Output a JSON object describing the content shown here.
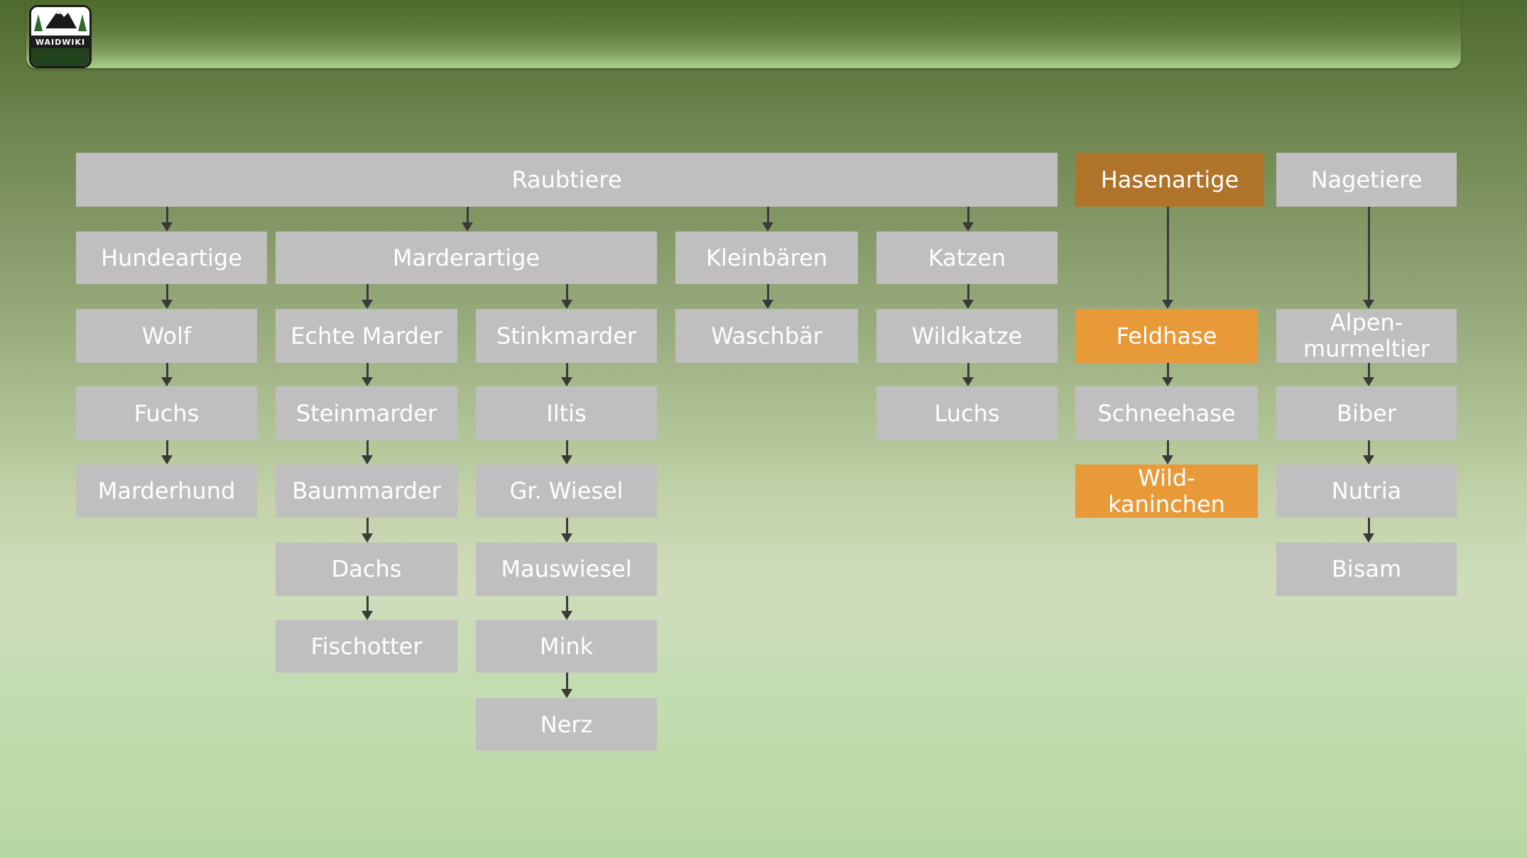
{
  "logo": {
    "text": "WAIDWIKI"
  },
  "colors": {
    "node": "#bfbfbf",
    "highlight_dark": "#b0732a",
    "highlight": "#e89a38"
  },
  "top": {
    "raubtiere": "Raubtiere",
    "hasenartige": "Hasenartige",
    "nagetiere": "Nagetiere"
  },
  "families": {
    "hundeartige": "Hundeartige",
    "marderartige": "Marderartige",
    "kleinbaeren": "Kleinbären",
    "katzen": "Katzen"
  },
  "hundeartige": [
    "Wolf",
    "Fuchs",
    "Marderhund"
  ],
  "echte_marder": [
    "Echte Marder",
    "Steinmarder",
    "Baummarder",
    "Dachs",
    "Fischotter"
  ],
  "stinkmarder": [
    "Stinkmarder",
    "Iltis",
    "Gr. Wiesel",
    "Mauswiesel",
    "Mink",
    "Nerz"
  ],
  "kleinbaeren": [
    "Waschbär"
  ],
  "katzen": [
    "Wildkatze",
    "Luchs"
  ],
  "hasenartige": [
    "Feldhase",
    "Schneehase",
    "Wild-\nkaninchen"
  ],
  "nagetiere": [
    "Alpen-\nmurmeltier",
    "Biber",
    "Nutria",
    "Bisam"
  ]
}
